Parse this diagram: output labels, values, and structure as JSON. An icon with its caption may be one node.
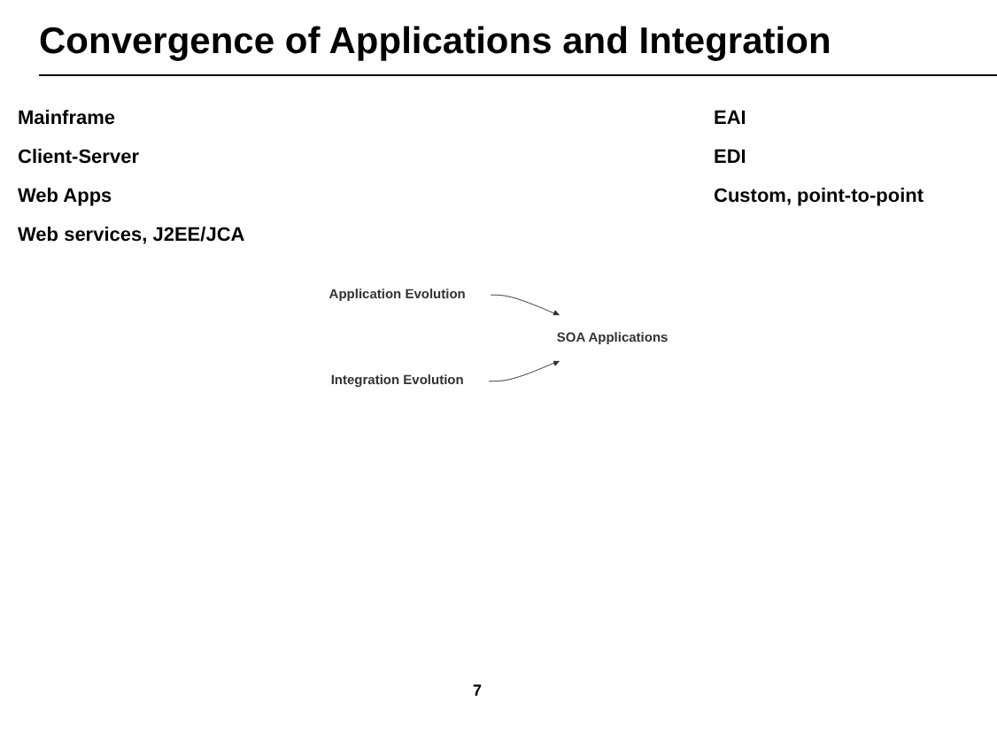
{
  "diagram": {
    "title": "Convergence of Applications and Integration",
    "nodes": [
      {
        "text": [
          "Application Evolution"
        ]
      },
      {
        "text": [
          "Integration Evolution"
        ]
      },
      {
        "text": [
          "SOA Applications"
        ]
      }
    ],
    "edges": [
      {
        "from": 0,
        "to": 2,
        "arrow": "to"
      },
      {
        "from": 1,
        "to": 2,
        "arrow": "to"
      }
    ],
    "labels": [
      "Mainframe",
      "Client-Server",
      "Web Apps",
      "Web services, J2EE/JCA",
      "EAI",
      "EDI",
      "Custom, point-to-point",
      "7"
    ]
  }
}
